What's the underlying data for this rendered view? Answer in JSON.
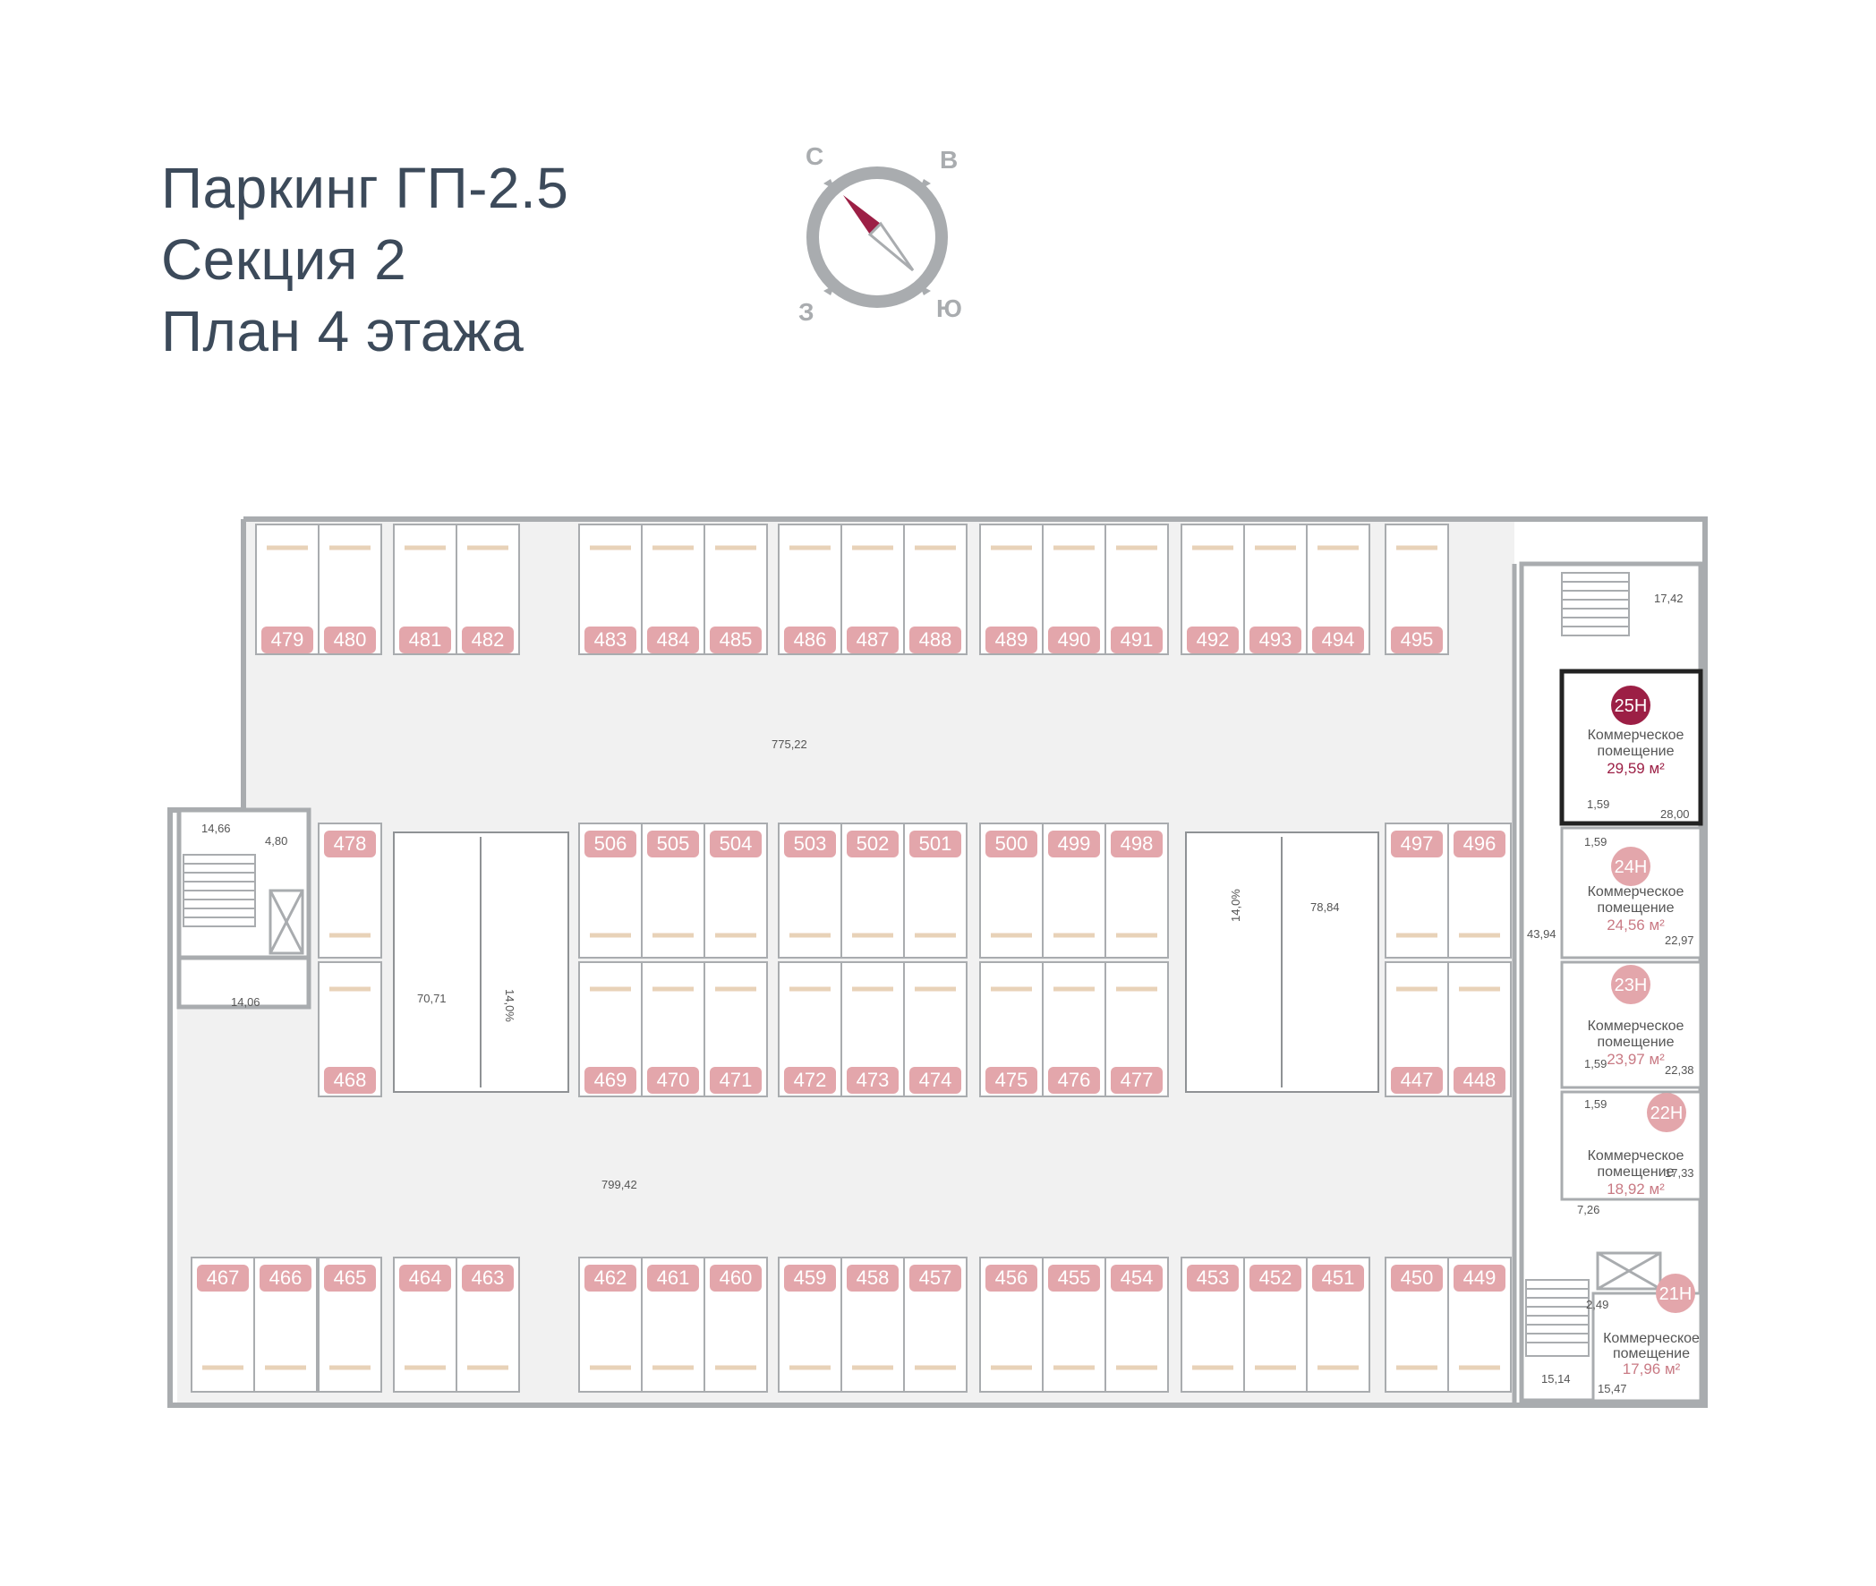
{
  "title": {
    "line1": "Паркинг ГП-2.5",
    "line2": "Секция 2",
    "line3": "План 4 этажа"
  },
  "compass": {
    "n": "С",
    "e": "В",
    "w": "З",
    "s": "Ю"
  },
  "colors": {
    "wall": "#a9acaf",
    "floor": "#f1f1f1",
    "space_label_bg": "#e3a6ab",
    "space_label_text": "#ffffff",
    "commercial_selected": "#9c1f45",
    "commercial_badge": "#e3a6ab",
    "area_text": "#555555",
    "bar": "#e8d2b8"
  },
  "spaces": {
    "top_row": [
      "479",
      "480",
      "481",
      "482",
      "483",
      "484",
      "485",
      "486",
      "487",
      "488",
      "489",
      "490",
      "491",
      "492",
      "493",
      "494",
      "495"
    ],
    "middle_upper": [
      "478",
      "506",
      "505",
      "504",
      "503",
      "502",
      "501",
      "500",
      "499",
      "498",
      "497",
      "496"
    ],
    "middle_lower": [
      "468",
      "469",
      "470",
      "471",
      "472",
      "473",
      "474",
      "475",
      "476",
      "477",
      "447",
      "448"
    ],
    "bottom_row": [
      "467",
      "466",
      "465",
      "464",
      "463",
      "462",
      "461",
      "460",
      "459",
      "458",
      "457",
      "456",
      "455",
      "454",
      "453",
      "452",
      "451",
      "450",
      "449"
    ]
  },
  "areas": {
    "top_aisle": "775,22",
    "bottom_aisle": "799,42",
    "left_ramp": "70,71",
    "right_ramp": "78,84",
    "ramp_slope_left": "14,0%",
    "ramp_slope_right": "14,0%",
    "stair_left": "14,66",
    "vestibule_left": "4,80",
    "lobby_left": "14,06",
    "stair_top_right": "17,42",
    "corridor_right": "43,94",
    "closet_25": "1,59",
    "corridor_25": "28,00",
    "closet_24": "1,59",
    "corridor_24": "22,97",
    "closet_23": "1,59",
    "corridor_23": "22,38",
    "closet_22": "1,59",
    "corridor_22": "17,33",
    "vestibule_right": "7,26",
    "closet_21": "2,49",
    "stair_bottom_right": "15,14",
    "corridor_21": "15,47"
  },
  "commercial": [
    {
      "id": "25Н",
      "label": "Коммерческое помещение",
      "area": "29,59 м²",
      "selected": true
    },
    {
      "id": "24Н",
      "label": "Коммерческое помещение",
      "area": "24,56 м²",
      "selected": false
    },
    {
      "id": "23Н",
      "label": "Коммерческое помещение",
      "area": "23,97 м²",
      "selected": false
    },
    {
      "id": "22Н",
      "label": "Коммерческое помещение",
      "area": "18,92 м²",
      "selected": false
    },
    {
      "id": "21Н",
      "label": "Коммерческое помещение",
      "area": "17,96 м²",
      "selected": false
    }
  ]
}
